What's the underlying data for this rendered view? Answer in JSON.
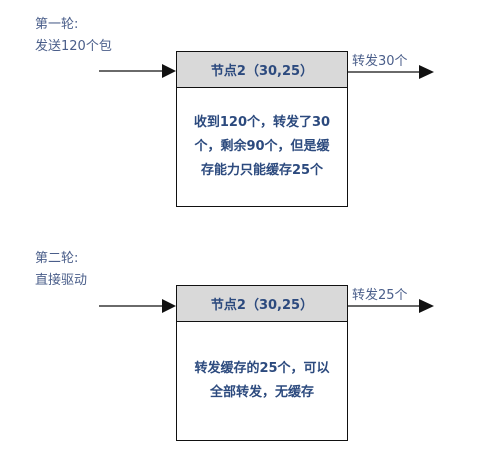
{
  "rounds": [
    {
      "title": "第一轮:",
      "subtitle": "发送120个包",
      "node_title": "节点2（30,25）",
      "node_body": "收到120个，转发了30\n个，剩余90个，但是缓\n存能力只能缓存25个",
      "forward_label": "转发30个"
    },
    {
      "title": "第二轮:",
      "subtitle": "直接驱动",
      "node_title": "节点2（30,25）",
      "node_body": "转发缓存的25个，可以\n全部转发，无缓存",
      "forward_label": "转发25个"
    }
  ]
}
